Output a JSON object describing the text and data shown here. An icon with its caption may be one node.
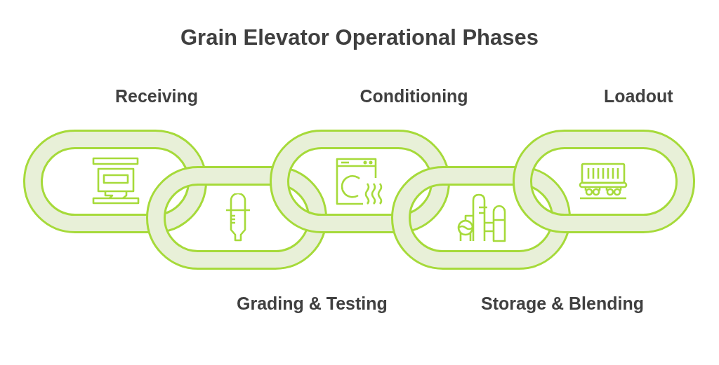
{
  "diagram": {
    "title": "Grain Elevator Operational Phases",
    "nodes": [
      {
        "text": [
          "Receiving"
        ]
      },
      {
        "text": [
          "Grading & Testing"
        ]
      },
      {
        "text": [
          "Conditioning"
        ]
      },
      {
        "text": [
          "Storage & Blending"
        ]
      },
      {
        "text": [
          "Loadout"
        ]
      }
    ]
  }
}
